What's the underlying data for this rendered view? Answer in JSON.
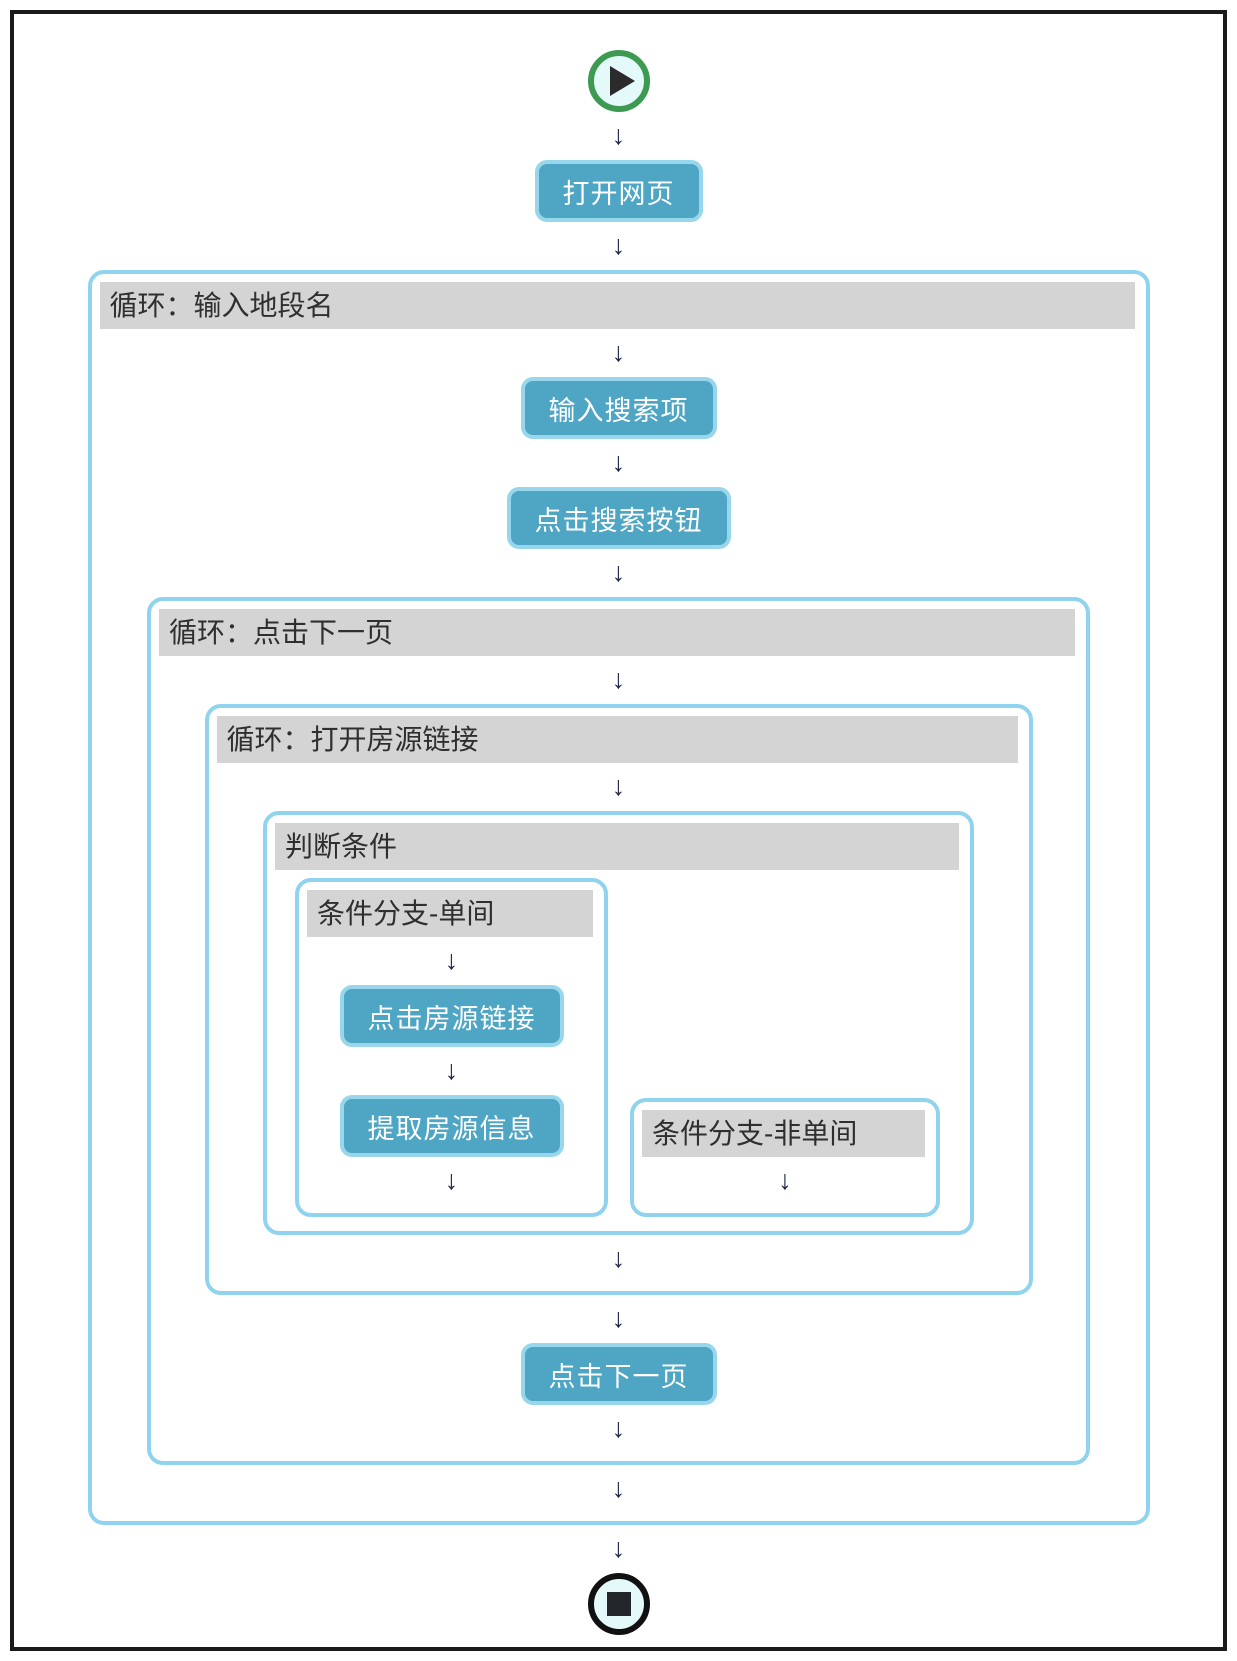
{
  "workflow": {
    "arrow": "↓",
    "steps": {
      "open_page": "打开网页",
      "enter_search": "输入搜索项",
      "click_search": "点击搜索按钮",
      "click_listing": "点击房源链接",
      "extract_listing": "提取房源信息",
      "click_next": "点击下一页"
    },
    "containers": {
      "loop_location": "循环：输入地段名",
      "loop_next_page": "循环：点击下一页",
      "loop_open_listing": "循环：打开房源链接",
      "condition": "判断条件",
      "branch_single": "条件分支-单间",
      "branch_not_single": "条件分支-非单间"
    },
    "icons": {
      "start": "play-icon",
      "end": "stop-icon"
    },
    "colors": {
      "node_fill": "#4EA5C4",
      "node_border": "#98D6EC",
      "container_border": "#8FD3EE",
      "header_bg": "#D4D4D4",
      "start_ring_green": "#3C9A51",
      "terminal_fill": "#E4F9F9",
      "frame_border": "#1A1A1A",
      "arrow": "#20294A"
    }
  }
}
